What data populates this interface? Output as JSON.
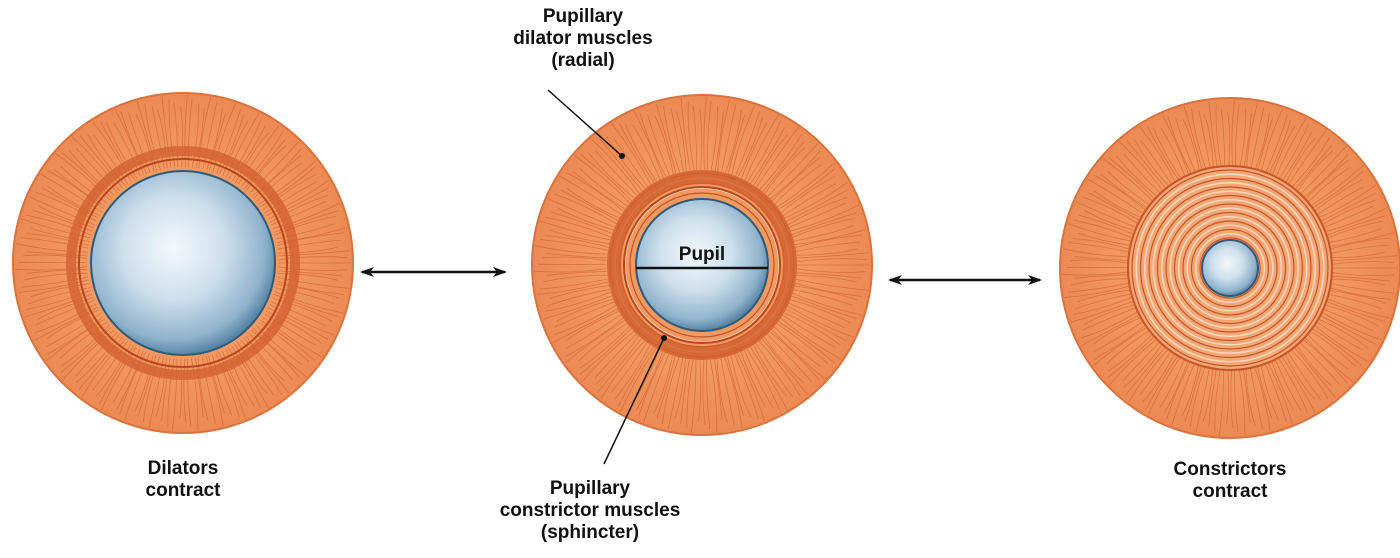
{
  "labels": {
    "dilator_muscles": [
      "Pupillary",
      "dilator muscles",
      "(radial)"
    ],
    "pupil": "Pupil",
    "constrictor_muscles": [
      "Pupillary",
      "constrictor muscles",
      "(sphincter)"
    ],
    "dilators_contract": [
      "Dilators",
      "contract"
    ],
    "constrictors_contract": [
      "Constrictors",
      "contract"
    ]
  },
  "colors": {
    "iris_outer": "#f0985e",
    "iris_fiber": "#c9552a",
    "sphincter_band": "#e0703c",
    "sphincter_dark": "#b8461f",
    "pupil_center": "#f4f8fb",
    "pupil_mid": "#a9c6dc",
    "pupil_edge": "#3d6f93",
    "text": "#111111"
  },
  "icons": [
    "double-arrow-icon",
    "double-arrow-icon"
  ]
}
